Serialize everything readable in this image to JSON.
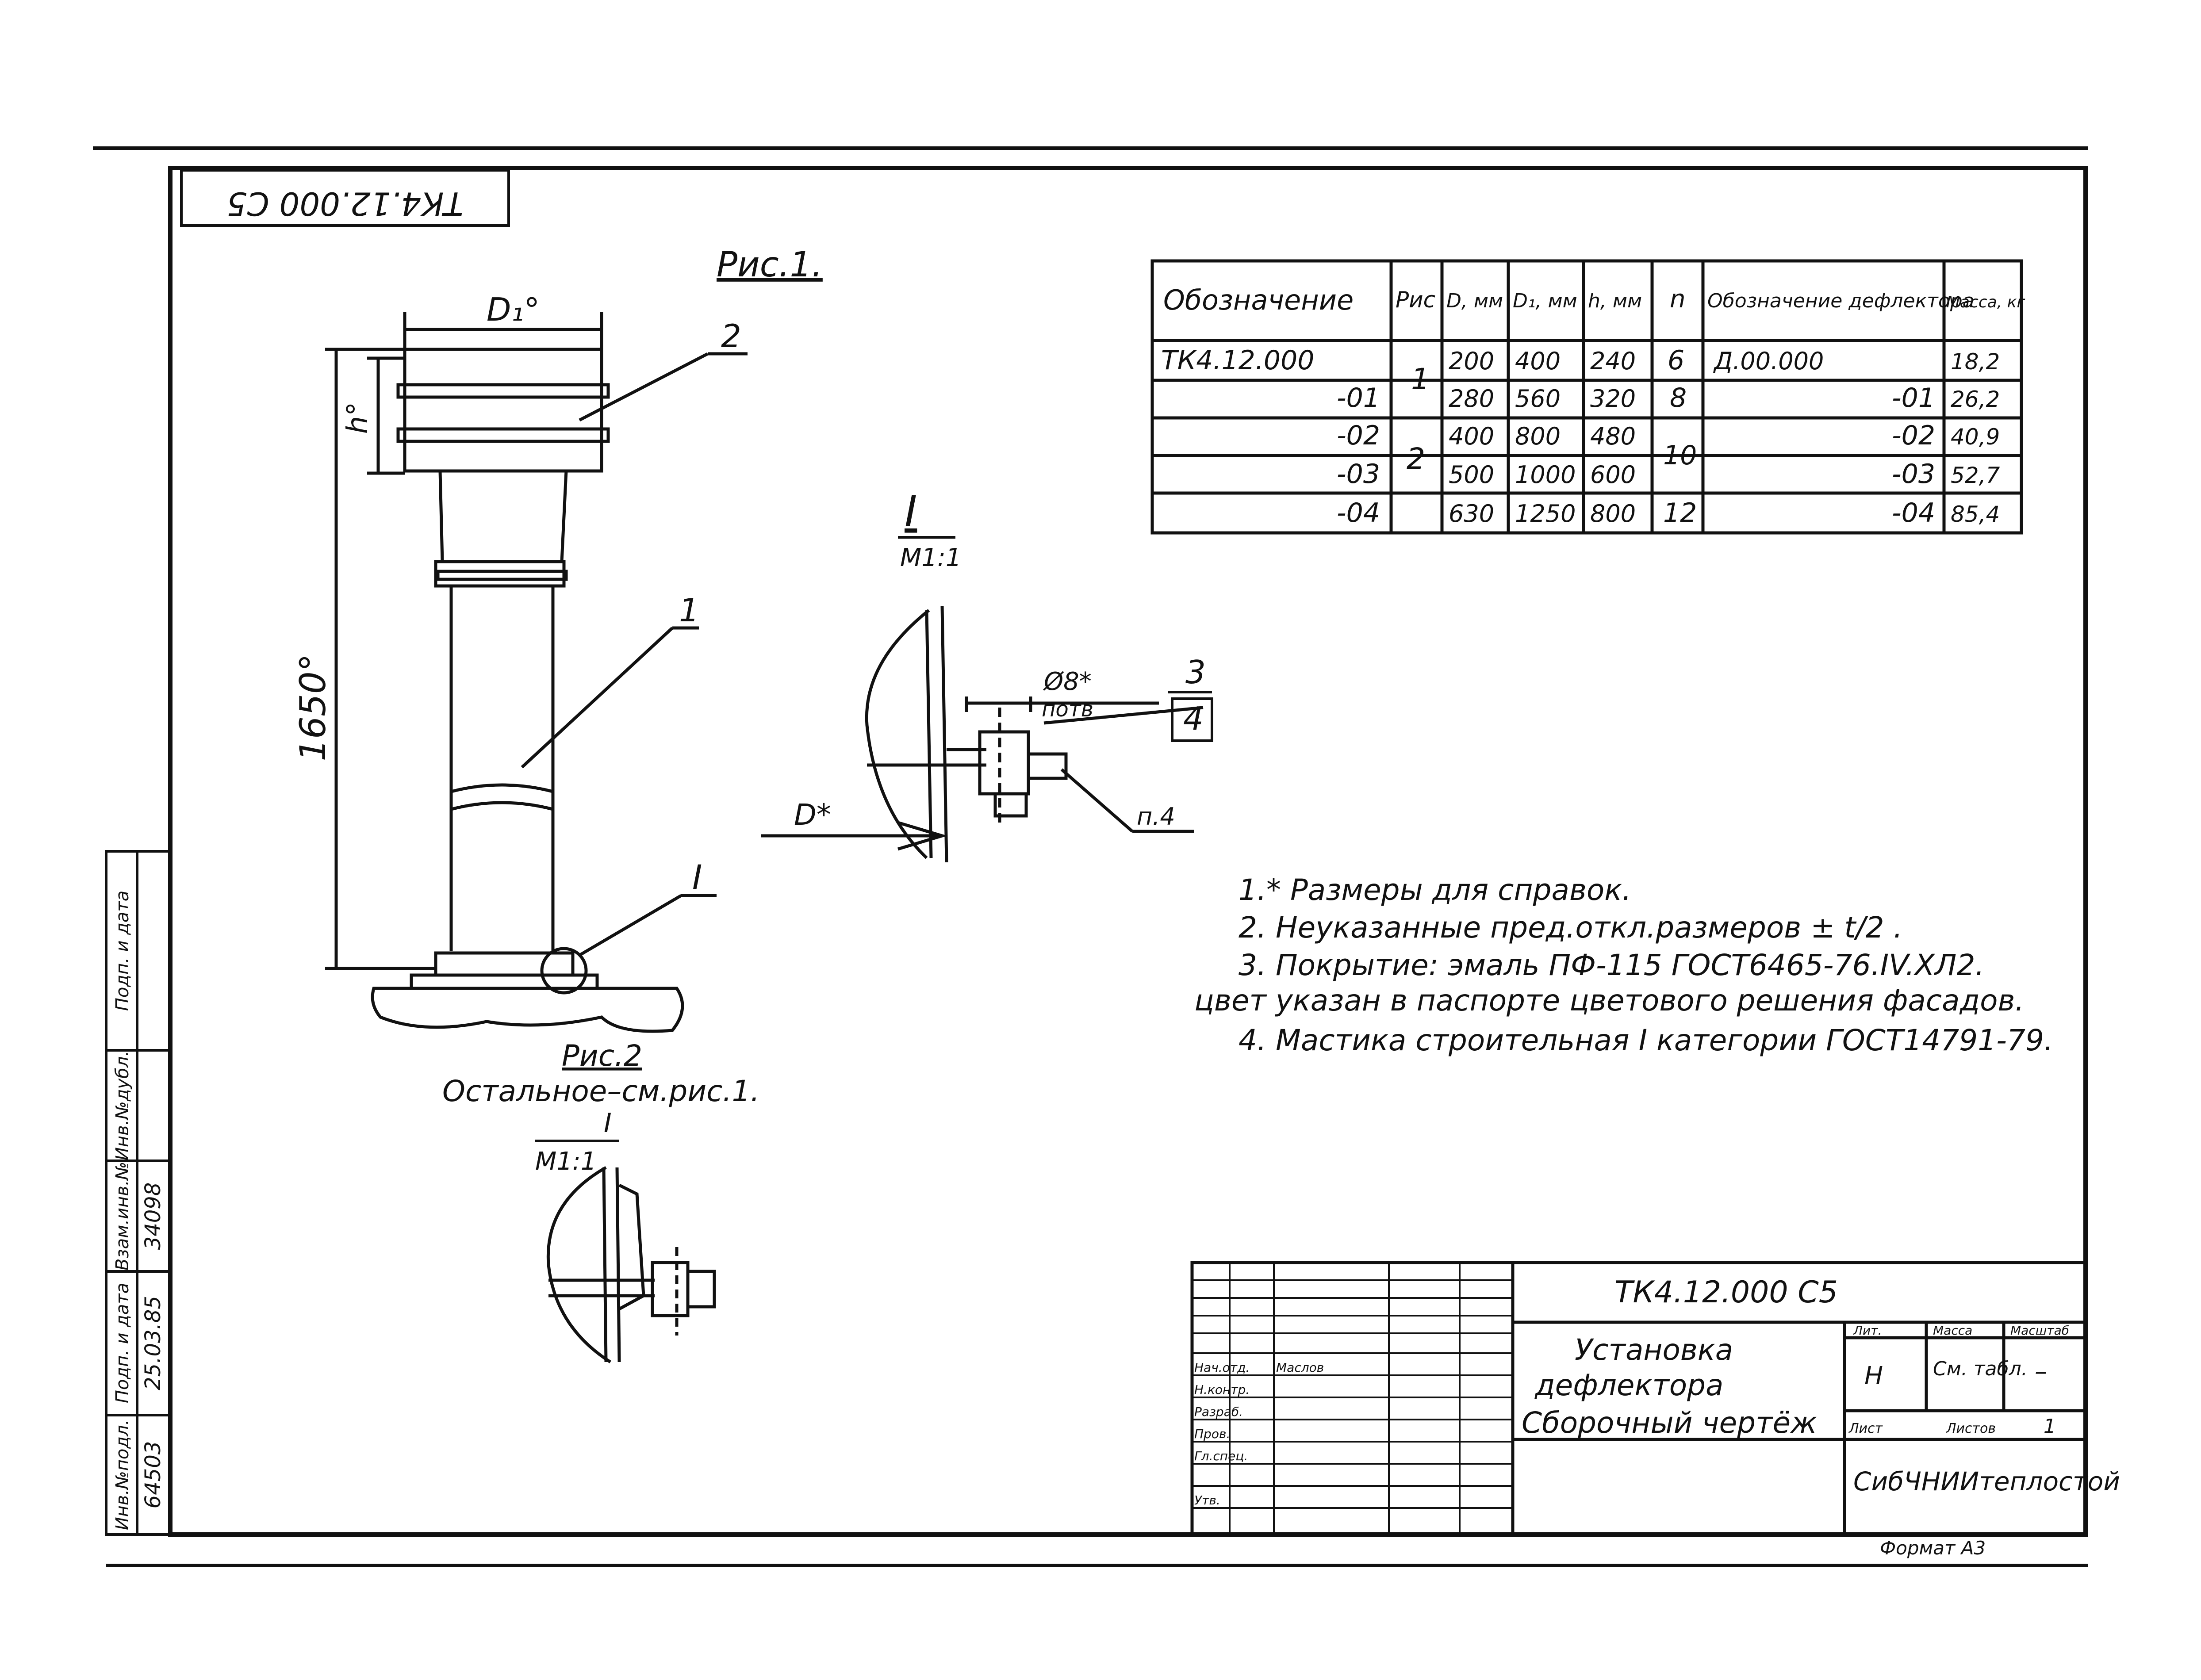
{
  "stamp_rotated": "ТК4.12.000 С5",
  "fig1": {
    "title": "Рис.1.",
    "dim_D": "D₁°",
    "dim_h": "h°",
    "dim_height": "1650°",
    "leader_2": "2",
    "leader_1": "1",
    "leader_I": "I"
  },
  "fig2": {
    "title": "Рис.2",
    "note": "Остальное–см.рис.1.",
    "detail_label": "I",
    "scale": "М1:1"
  },
  "detailI": {
    "label": "I",
    "scale": "М1:1",
    "dia": "Ø8*",
    "dia_note": "потв",
    "pos_num": "3",
    "pos_den": "4",
    "dim_D": "D*",
    "ref": "п.4"
  },
  "table": {
    "headers": [
      "Обозначение",
      "Рис",
      "D, мм",
      "D₁, мм",
      "h, мм",
      "n",
      "Обозначение дефлектора",
      "Масса, кг"
    ],
    "rows": [
      {
        "designation": "ТК4.12.000",
        "fig": "1",
        "d": "200",
        "d1": "400",
        "h": "240",
        "n": "6",
        "deflector": "Д.00.000",
        "mass": "18,2"
      },
      {
        "designation": "-01",
        "fig": "",
        "d": "280",
        "d1": "560",
        "h": "320",
        "n": "8",
        "deflector": "-01",
        "mass": "26,2"
      },
      {
        "designation": "-02",
        "fig": "2",
        "d": "400",
        "d1": "800",
        "h": "480",
        "n": "10",
        "deflector": "-02",
        "mass": "40,9"
      },
      {
        "designation": "-03",
        "fig": "",
        "d": "500",
        "d1": "1000",
        "h": "600",
        "n": "",
        "deflector": "-03",
        "mass": "52,7"
      },
      {
        "designation": "-04",
        "fig": "",
        "d": "630",
        "d1": "1250",
        "h": "800",
        "n": "12",
        "deflector": "-04",
        "mass": "85,4"
      }
    ]
  },
  "notes": [
    "1.* Размеры для справок.",
    "2. Неуказанные пред.откл.размеров ± t/2 .",
    "3. Покрытие: эмаль ПФ-115 ГОСТ6465-76.IV.ХЛ2.",
    "цвет указан в паспорте цветового решения фасадов.",
    "4. Мастика строительная I категории ГОСТ14791-79."
  ],
  "left_strip": {
    "labels": [
      "Инв.№подл.",
      "Подп. и дата",
      "Взам.инв.№",
      "Инв.№дубл.",
      "Подп. и дата"
    ],
    "values": [
      "64503",
      "25.03.85",
      "34098",
      "",
      ""
    ]
  },
  "title_block": {
    "code": "ТК4.12.000 С5",
    "title_lines": [
      "Установка",
      "дефлектора",
      "Сборочный чертёж"
    ],
    "org": "СибЧНИИтеплостой",
    "sheet_cells": {
      "stage_label": "Лит.",
      "mass_label": "Масса",
      "scale_label": "Масштаб",
      "stage": "Н",
      "mass_value": "См. табл.",
      "scale_value": "–",
      "sheet_label": "Лист",
      "sheets_label": "Листов",
      "sheets_value": "1"
    },
    "sign_roles": [
      "Нач.отд.",
      "Н.контр.",
      "Разраб.",
      "Пров.",
      "Гл.спец.",
      "Утв."
    ],
    "sign_names": [
      "Маслов",
      "",
      "",
      "",
      "",
      ""
    ]
  },
  "bottom_text": "Формат А3"
}
